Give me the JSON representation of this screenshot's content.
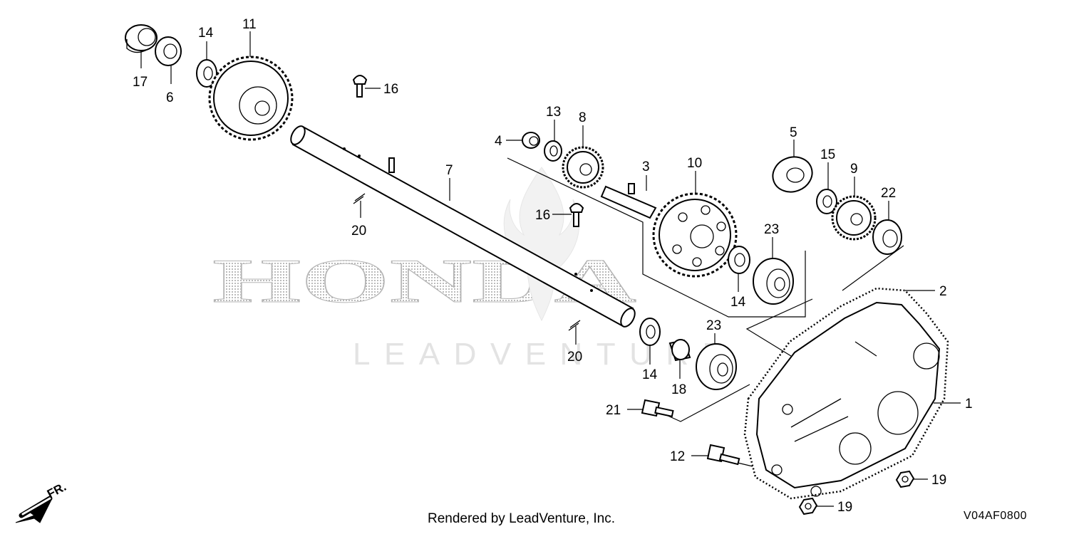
{
  "watermark": {
    "brand": "HONDA",
    "sub": "LEADVENTURE"
  },
  "direction": {
    "label": "FR."
  },
  "footer": {
    "rendered_by": "Rendered by LeadVenture, Inc.",
    "code": "V04AF0800"
  },
  "callouts": [
    {
      "id": "17",
      "label": "17"
    },
    {
      "id": "6",
      "label": "6"
    },
    {
      "id": "14a",
      "label": "14"
    },
    {
      "id": "11",
      "label": "11"
    },
    {
      "id": "16a",
      "label": "16"
    },
    {
      "id": "7",
      "label": "7"
    },
    {
      "id": "20a",
      "label": "20"
    },
    {
      "id": "4",
      "label": "4"
    },
    {
      "id": "13",
      "label": "13"
    },
    {
      "id": "8",
      "label": "8"
    },
    {
      "id": "3",
      "label": "3"
    },
    {
      "id": "16b",
      "label": "16"
    },
    {
      "id": "10",
      "label": "10"
    },
    {
      "id": "5",
      "label": "5"
    },
    {
      "id": "15",
      "label": "15"
    },
    {
      "id": "9",
      "label": "9"
    },
    {
      "id": "22",
      "label": "22"
    },
    {
      "id": "23a",
      "label": "23"
    },
    {
      "id": "14b",
      "label": "14"
    },
    {
      "id": "2",
      "label": "2"
    },
    {
      "id": "23b",
      "label": "23"
    },
    {
      "id": "20b",
      "label": "20"
    },
    {
      "id": "14c",
      "label": "14"
    },
    {
      "id": "18",
      "label": "18"
    },
    {
      "id": "1",
      "label": "1"
    },
    {
      "id": "21",
      "label": "21"
    },
    {
      "id": "12",
      "label": "12"
    },
    {
      "id": "19a",
      "label": "19"
    },
    {
      "id": "19b",
      "label": "19"
    }
  ]
}
